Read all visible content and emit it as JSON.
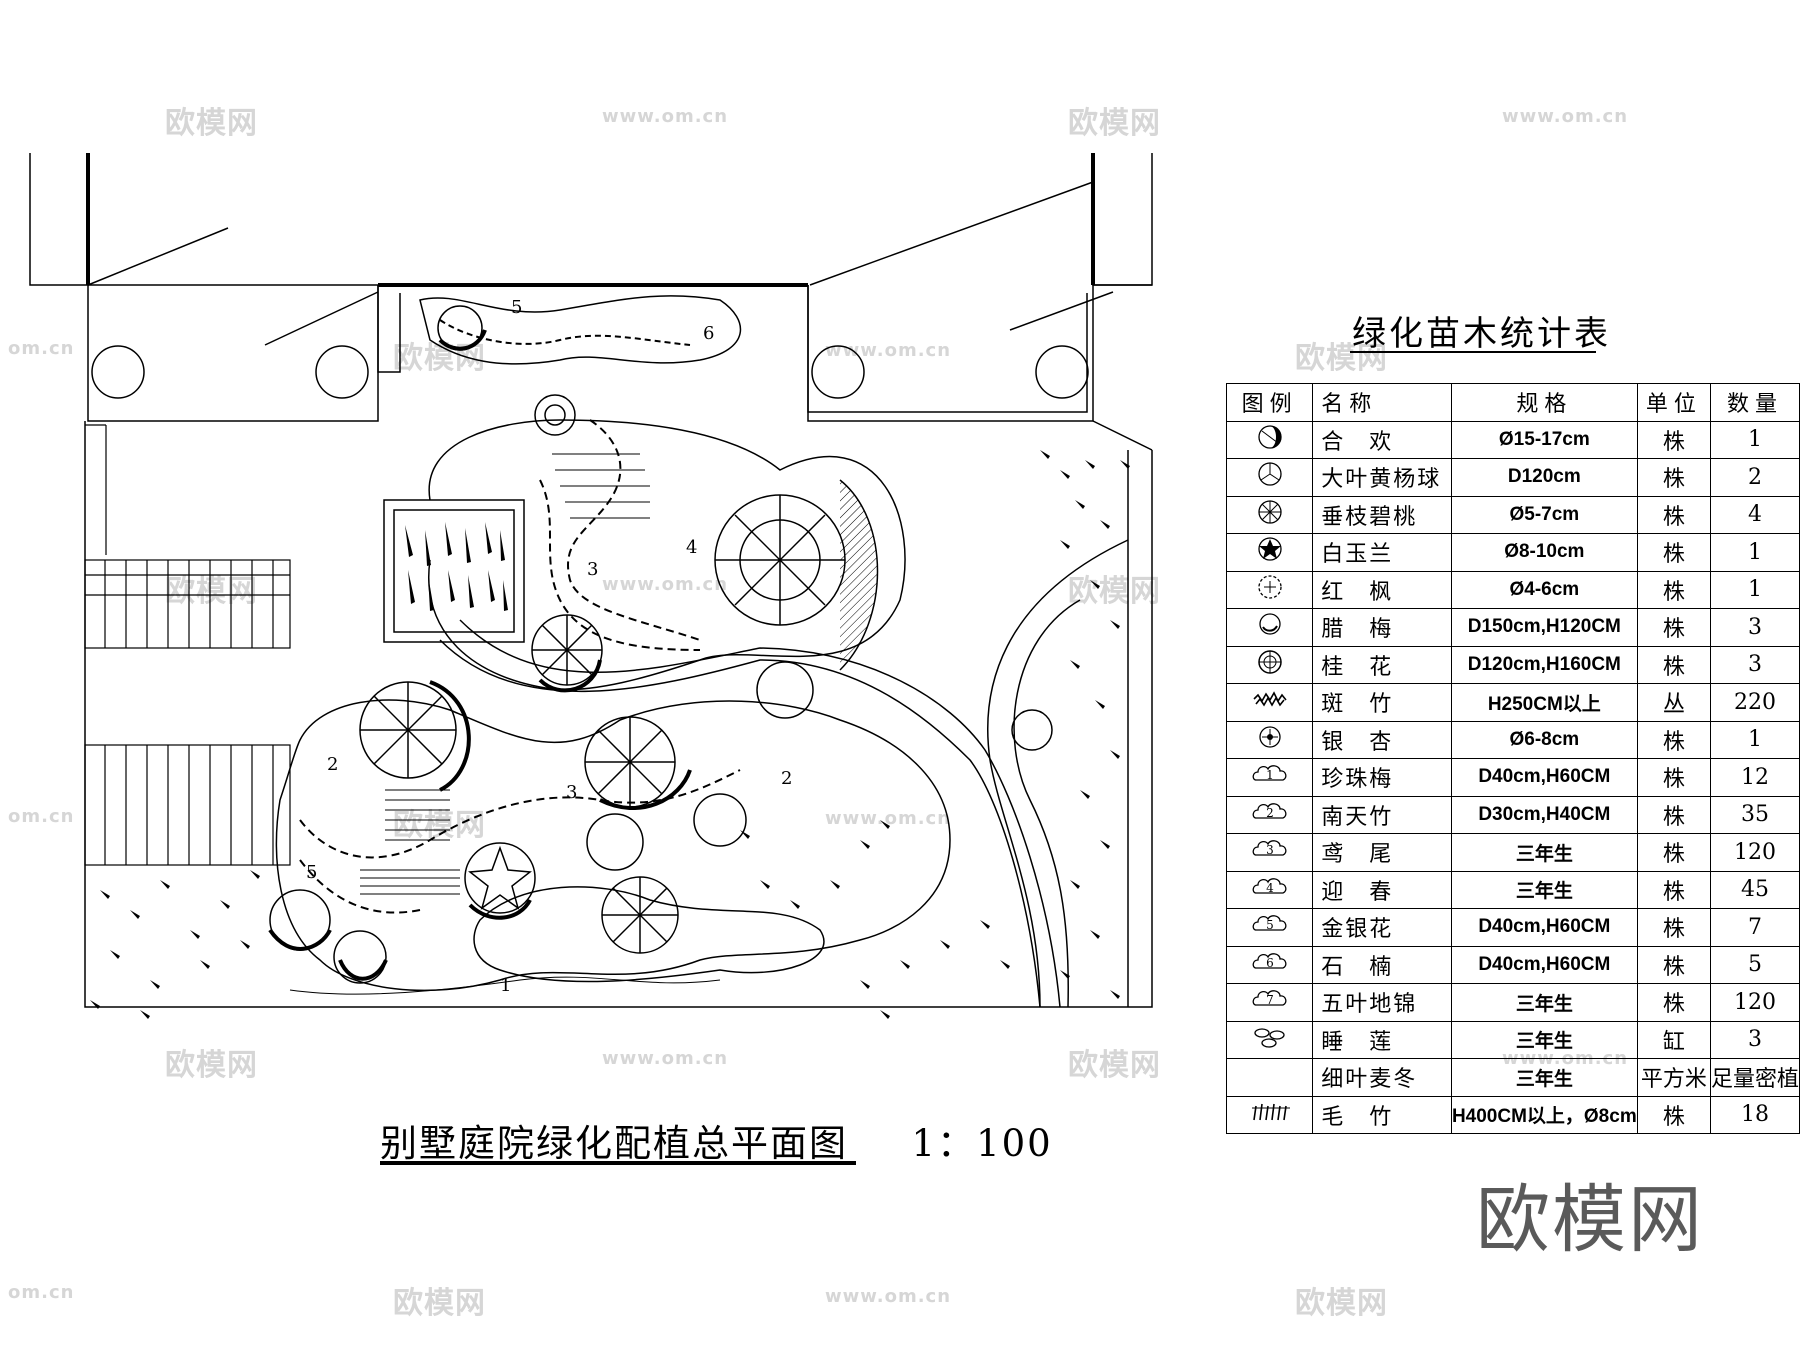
{
  "watermarks": {
    "brand_text": "欧模网",
    "url_text": "www.om.cn",
    "edge_text": "om.cn"
  },
  "plan": {
    "title": "别墅庭院绿化配植总平面图",
    "scale": "1：100",
    "bed_labels": [
      "1",
      "2",
      "2",
      "3",
      "3",
      "4",
      "5",
      "5",
      "6"
    ]
  },
  "stats_table": {
    "title": "绿化苗木统计表",
    "headers": {
      "legend": "图例",
      "name": "名称",
      "spec": "规格",
      "unit": "单位",
      "qty": "数量"
    },
    "rows": [
      {
        "icon": "hehuan-tree-icon",
        "name": "合　欢",
        "spec": "Ø15-17cm",
        "unit": "株",
        "qty": "1"
      },
      {
        "icon": "boxwood-ball-icon",
        "name": "大叶黄杨球",
        "spec": "D120cm",
        "unit": "株",
        "qty": "2"
      },
      {
        "icon": "weeping-peach-icon",
        "name": "垂枝碧桃",
        "spec": "Ø5-7cm",
        "unit": "株",
        "qty": "4"
      },
      {
        "icon": "magnolia-icon",
        "name": "白玉兰",
        "spec": "Ø8-10cm",
        "unit": "株",
        "qty": "1"
      },
      {
        "icon": "red-maple-icon",
        "name": "红　枫",
        "spec": "Ø4-6cm",
        "unit": "株",
        "qty": "1"
      },
      {
        "icon": "wintersweet-icon",
        "name": "腊　梅",
        "spec": "D150cm,H120CM",
        "unit": "株",
        "qty": "3"
      },
      {
        "icon": "osmanthus-icon",
        "name": "桂　花",
        "spec": "D120cm,H160CM",
        "unit": "株",
        "qty": "3"
      },
      {
        "icon": "spotted-bamboo-icon",
        "name": "斑　竹",
        "spec": "H250CM以上",
        "unit": "丛",
        "qty": "220"
      },
      {
        "icon": "ginkgo-icon",
        "name": "银　杏",
        "spec": "Ø6-8cm",
        "unit": "株",
        "qty": "1"
      },
      {
        "icon": "shrub-1-icon",
        "name": "珍珠梅",
        "spec": "D40cm,H60CM",
        "unit": "株",
        "qty": "12"
      },
      {
        "icon": "shrub-2-icon",
        "name": "南天竹",
        "spec": "D30cm,H40CM",
        "unit": "株",
        "qty": "35"
      },
      {
        "icon": "shrub-3-icon",
        "name": "鸢　尾",
        "spec": "三年生",
        "unit": "株",
        "qty": "120"
      },
      {
        "icon": "shrub-4-icon",
        "name": "迎　春",
        "spec": "三年生",
        "unit": "株",
        "qty": "45"
      },
      {
        "icon": "shrub-5-icon",
        "name": "金银花",
        "spec": "D40cm,H60CM",
        "unit": "株",
        "qty": "7"
      },
      {
        "icon": "shrub-6-icon",
        "name": "石　楠",
        "spec": "D40cm,H60CM",
        "unit": "株",
        "qty": "5"
      },
      {
        "icon": "shrub-7-icon",
        "name": "五叶地锦",
        "spec": "三年生",
        "unit": "株",
        "qty": "120"
      },
      {
        "icon": "water-lily-icon",
        "name": "睡　莲",
        "spec": "三年生",
        "unit": "缸",
        "qty": "3"
      },
      {
        "icon": "",
        "name": "细叶麦冬",
        "spec": "三年生",
        "unit": "平方米",
        "qty": "足量密植"
      },
      {
        "icon": "moso-bamboo-icon",
        "name": "毛　竹",
        "spec": "H400CM以上，Ø8cm",
        "unit": "株",
        "qty": "18"
      }
    ]
  },
  "brand_logo": "欧模网"
}
